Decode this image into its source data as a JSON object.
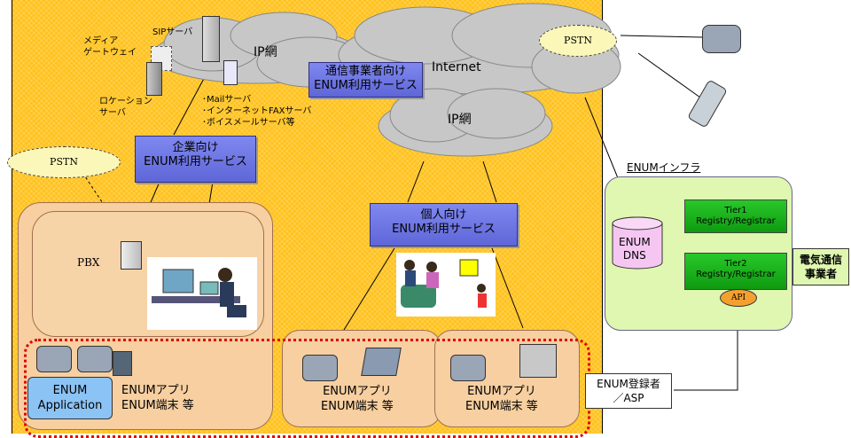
{
  "clouds": {
    "ip_net_top": "IP網",
    "internet": "Internet",
    "ip_net_bottom": "IP網"
  },
  "pstn": {
    "top": "PSTN",
    "left": "PSTN"
  },
  "servers": {
    "sip": "SIPサーバ",
    "media_gateway": "メディア\nゲートウェイ",
    "location": "ロケーション\nサーバ",
    "mail_list": "･Mailサーバ\n･インターネットFAXサーバ\n･ボイスメールサーバ等"
  },
  "services": {
    "carrier": "通信事業者向け\nENUM利用サービス",
    "enterprise": "企業向け\nENUM利用サービス",
    "personal": "個人向け\nENUM利用サービス"
  },
  "pbx": "PBX",
  "devices": {
    "enum_app_box": "ENUM\nApplication",
    "left_label": "ENUMアプリ\nENUM端末 等",
    "mid_label": "ENUMアプリ\nENUM端末 等",
    "right_label": "ENUMアプリ\nENUM端末 等"
  },
  "infra": {
    "title": "ENUMインフラ",
    "dns": "ENUM\nDNS",
    "tier1": "Tier1\nRegistry/Registrar",
    "tier2": "Tier2\nRegistry/Registrar",
    "api": "API",
    "carrier_box": "電気通信\n事業者"
  },
  "registrant": "ENUM登録者\n／ASP",
  "colors": {
    "background": "#ffc21e",
    "service_box": "#6f78e6",
    "enum_app_box": "#8cc3f5",
    "infra_panel": "#dff7b0",
    "dns_cylinder": "#f6c6f2",
    "tier_box": "#1db31f",
    "dotted_frame": "#e00000"
  }
}
